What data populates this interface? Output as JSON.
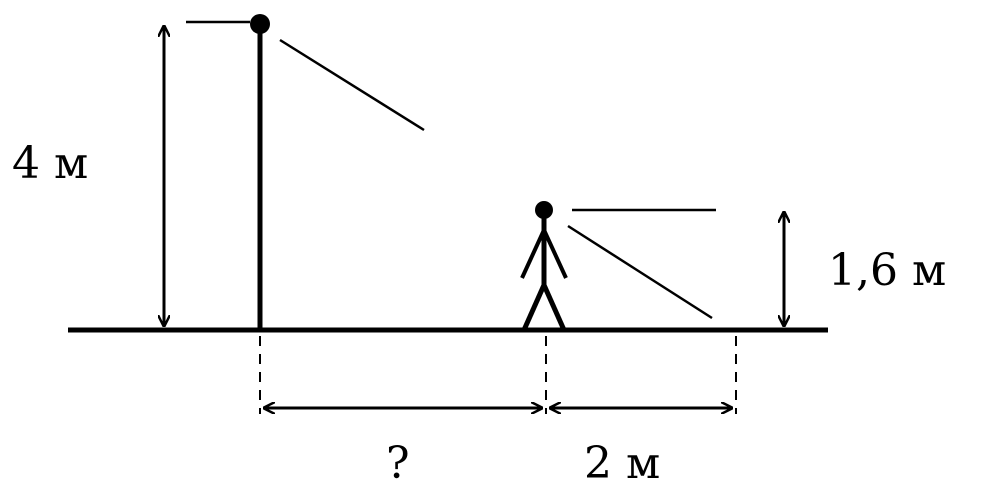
{
  "labels": {
    "lamp_height": "4 м",
    "person_height": "1,6 м",
    "unknown_distance": "?",
    "shadow_length": "2 м"
  },
  "colors": {
    "stroke": "#000000",
    "background": "#ffffff"
  }
}
